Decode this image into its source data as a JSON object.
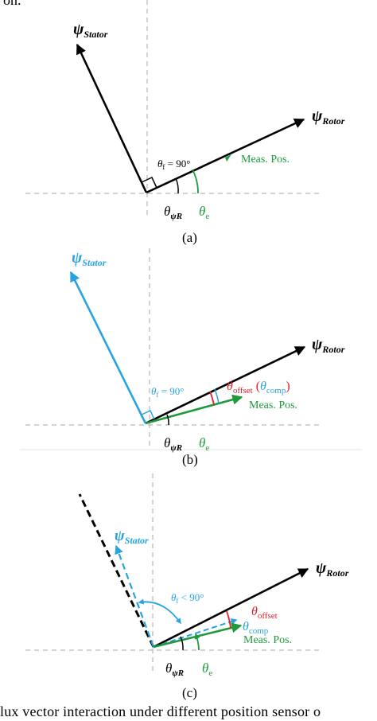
{
  "top_fragment": "on.",
  "colors": {
    "black": "#000000",
    "stator_blue": "#29a3e0",
    "green": "#1e9a3a",
    "red": "#e0202a",
    "grid": "#bdbdbd"
  },
  "panels": [
    {
      "id": "a",
      "stator_symbol": "ψ",
      "stator_sub": "Stator",
      "rotor_symbol": "ψ",
      "rotor_sub": "Rotor",
      "angle_prefix": "θ",
      "angle_sub": "f",
      "angle_text": " = 90°",
      "meas_label": "Meas. Pos.",
      "theta_psiR": "θ",
      "theta_psiR_sub": "ψR",
      "theta_e": "θ",
      "theta_e_sub": "e",
      "caption": "(a)"
    },
    {
      "id": "b",
      "stator_symbol": "ψ",
      "stator_sub": "Stator",
      "rotor_symbol": "ψ",
      "rotor_sub": "Rotor",
      "angle_prefix": "θ",
      "angle_sub": "f",
      "angle_text": " = 90°",
      "offset_theta": "θ",
      "offset_sub": "offset",
      "comp_open": " (",
      "comp_theta": "θ",
      "comp_sub": "comp",
      "comp_close": ")",
      "meas_label": "Meas. Pos.",
      "theta_psiR": "θ",
      "theta_psiR_sub": "ψR",
      "theta_e": "θ",
      "theta_e_sub": "e",
      "caption": "(b)"
    },
    {
      "id": "c",
      "stator_symbol": "ψ",
      "stator_sub": "Stator",
      "rotor_symbol": "ψ",
      "rotor_sub": "Rotor",
      "angle_prefix": "θ",
      "angle_sub": "f",
      "angle_text": " < 90°",
      "offset_theta": "θ",
      "offset_sub": "offset",
      "comp_theta": "θ",
      "comp_sub": "comp",
      "meas_label": "Meas. Pos.",
      "theta_psiR": "θ",
      "theta_psiR_sub": "ψR",
      "theta_e": "θ",
      "theta_e_sub": "e",
      "caption": "(c)"
    }
  ],
  "bottom_fragment": "lux vector interaction under different position sensor o"
}
